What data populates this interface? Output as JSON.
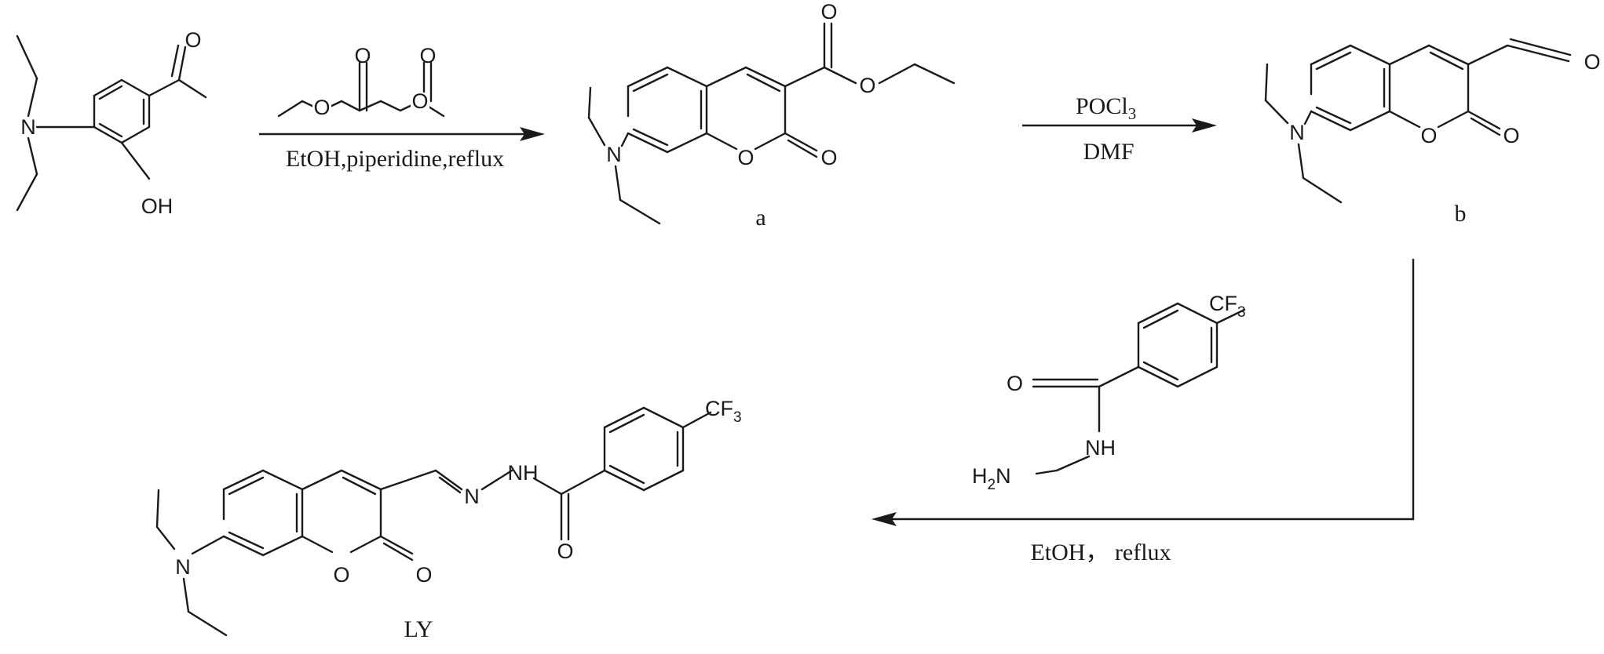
{
  "atoms": {
    "N": "N",
    "O": "O",
    "OH": "OH",
    "NH": "NH",
    "H": "H",
    "two": "2",
    "CF": "CF",
    "three": "3"
  },
  "step1": {
    "conditions": "EtOH,piperidine,reflux"
  },
  "step2": {
    "reagent": "POCl",
    "reagent_sub": "3",
    "solvent": "DMF"
  },
  "step3": {
    "conditions": "EtOH， reflux"
  },
  "labels": {
    "a": "a",
    "b": "b",
    "product": "LY"
  }
}
